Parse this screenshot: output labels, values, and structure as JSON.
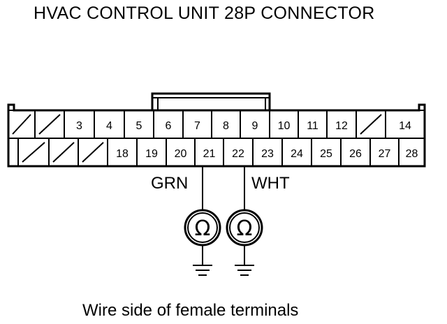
{
  "title": "HVAC CONTROL UNIT 28P CONNECTOR",
  "caption": "Wire side of female terminals",
  "connector": {
    "top_row": [
      "",
      "",
      "3",
      "4",
      "5",
      "6",
      "7",
      "8",
      "9",
      "10",
      "11",
      "12",
      "",
      "14"
    ],
    "bottom_row": [
      "",
      "",
      "",
      "18",
      "19",
      "20",
      "21",
      "22",
      "23",
      "24",
      "25",
      "26",
      "27",
      "28"
    ]
  },
  "wires": [
    {
      "color": "GRN",
      "pin": "21",
      "symbol": "Ω"
    },
    {
      "color": "WHT",
      "pin": "22",
      "symbol": "Ω"
    }
  ]
}
